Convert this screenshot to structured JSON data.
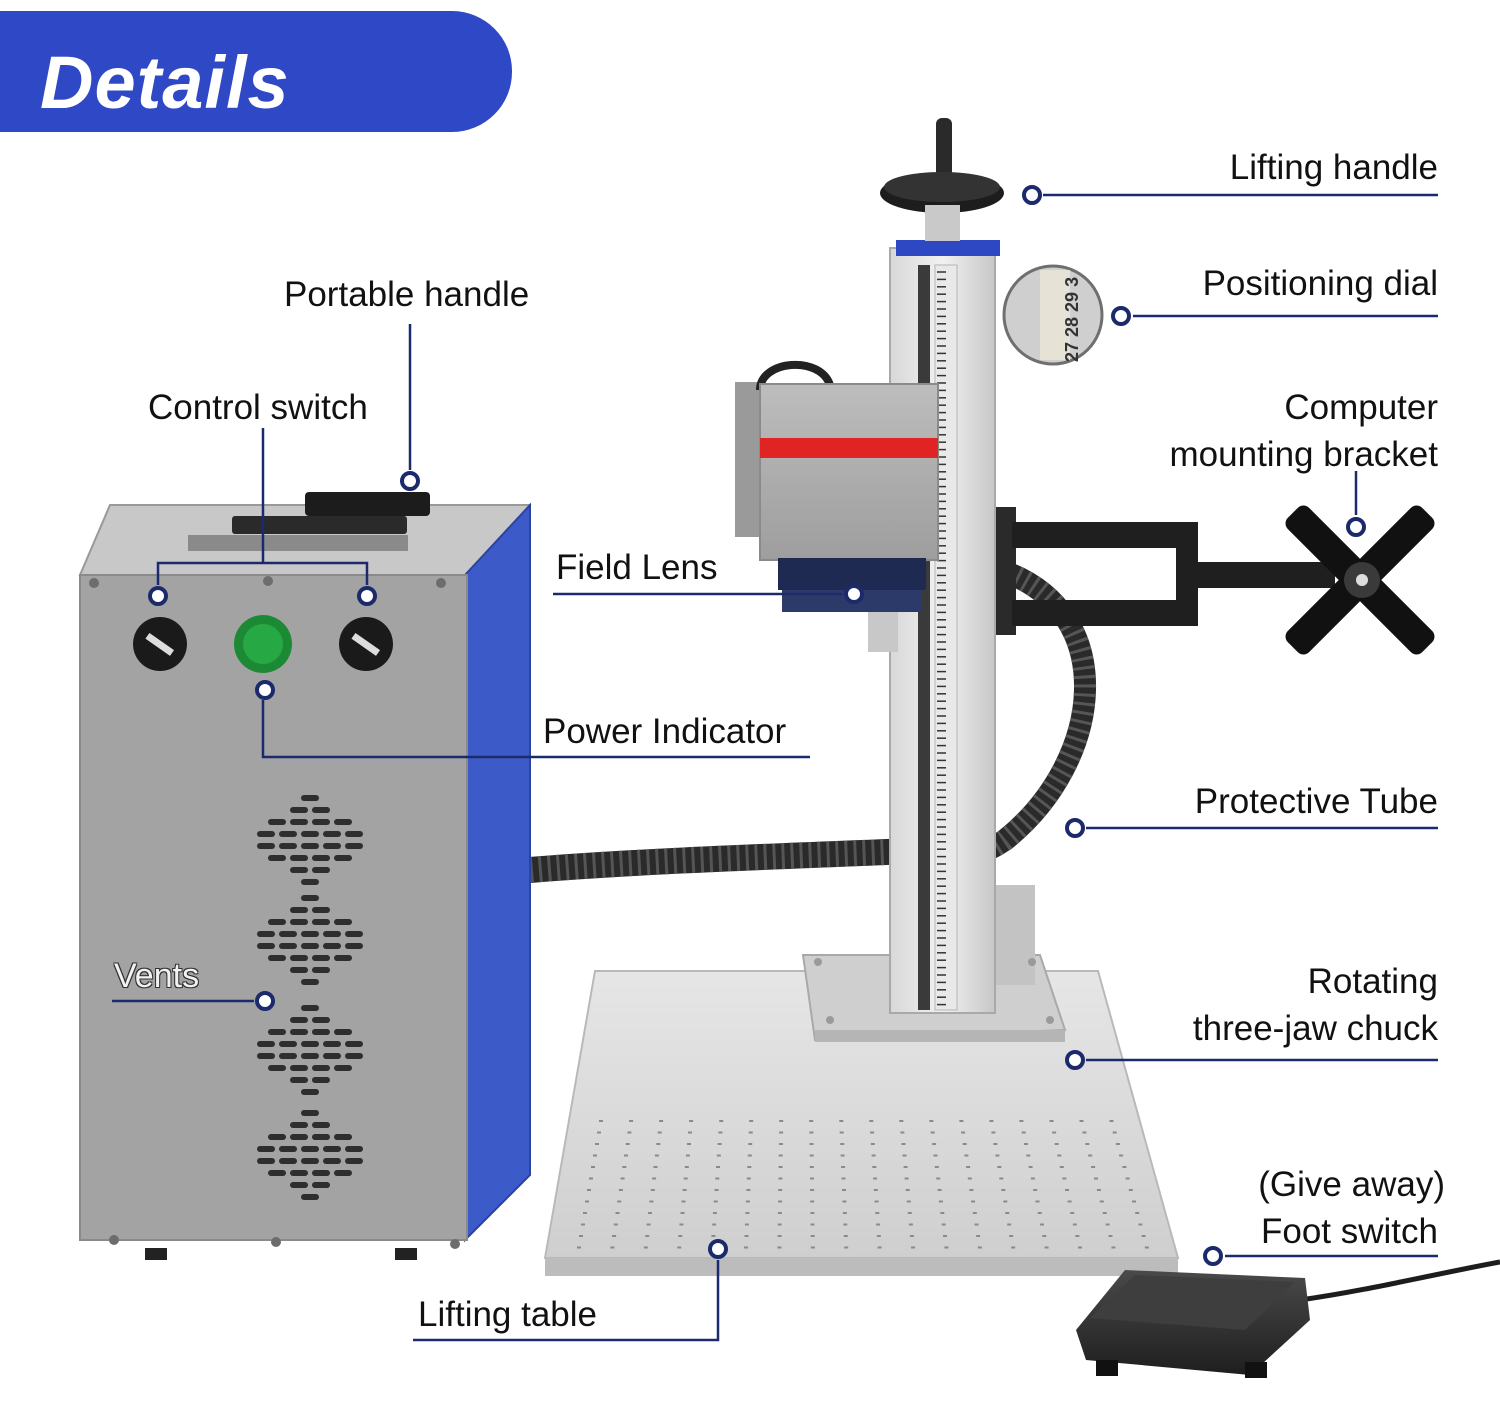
{
  "header": {
    "title": "Details"
  },
  "callouts": {
    "portable_handle": "Portable handle",
    "control_switch": "Control switch",
    "field_lens": "Field Lens",
    "power_indicator": "Power Indicator",
    "vents": "Vents",
    "lifting_table": "Lifting table",
    "lifting_handle": "Lifting handle",
    "positioning_dial": "Positioning dial",
    "computer_mounting_bracket_line1": "Computer",
    "computer_mounting_bracket_line2": "mounting bracket",
    "protective_tube": "Protective Tube",
    "rotating_chuck_line1": "Rotating",
    "rotating_chuck_line2": "three-jaw chuck",
    "foot_switch_line1": "(Give away)",
    "foot_switch_line2": "Foot switch"
  },
  "dial_numbers": [
    "27",
    "28",
    "29",
    "3"
  ],
  "colors": {
    "header_blue": "#2f48c6",
    "callout_navy": "#1b2a6b",
    "cabinet_gray": "#9c9c9c",
    "cabinet_blue": "#3d5ac9",
    "power_green": "#1f9a3a",
    "laser_red_band": "#e02424"
  }
}
